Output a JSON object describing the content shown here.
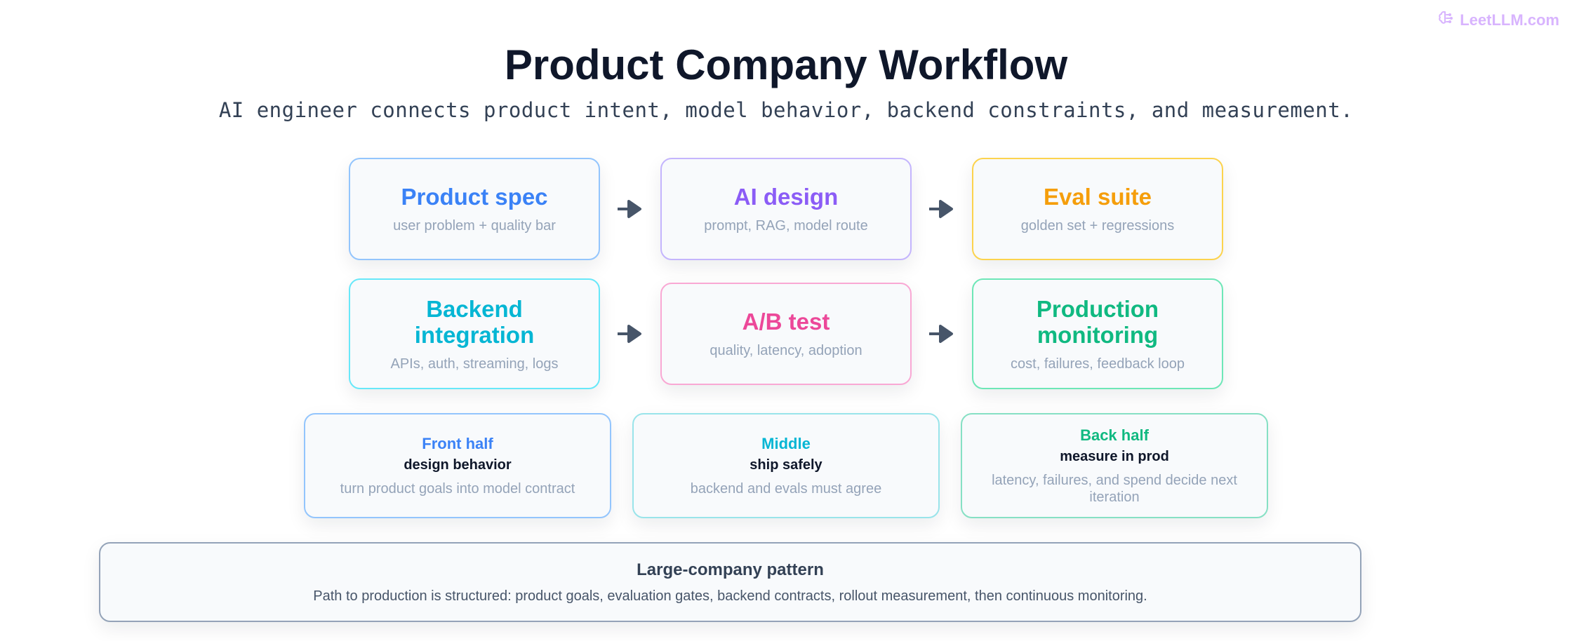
{
  "brand": {
    "label": "LeetLLM.com",
    "icon": "brain-icon",
    "color": "#d8b4fe"
  },
  "title": "Product Company Workflow",
  "subtitle": "AI engineer connects product intent, model behavior, backend constraints, and measurement.",
  "steps": [
    {
      "title": "Product spec",
      "subtitle": "user problem + quality bar",
      "color": "#3b82f6",
      "border": "#93c5fd"
    },
    {
      "title": "AI design",
      "subtitle": "prompt, RAG, model route",
      "color": "#8b5cf6",
      "border": "#c4b5fd"
    },
    {
      "title": "Eval suite",
      "subtitle": "golden set + regressions",
      "color": "#f59e0b",
      "border": "#fcd34d"
    },
    {
      "title": "Backend integration",
      "subtitle": "APIs, auth, streaming, logs",
      "color": "#06b6d4",
      "border": "#67e8f9"
    },
    {
      "title": "A/B test",
      "subtitle": "quality, latency, adoption",
      "color": "#ec4899",
      "border": "#f9a8d4"
    },
    {
      "title": "Production monitoring",
      "subtitle": "cost, failures, feedback loop",
      "color": "#10b981",
      "border": "#6ee7b7"
    }
  ],
  "phases": [
    {
      "title": "Front half",
      "bold": "design behavior",
      "desc": "turn product goals into model contract",
      "color": "#3b82f6",
      "border": "#93c5fd"
    },
    {
      "title": "Middle",
      "bold": "ship safely",
      "desc": "backend and evals must agree",
      "color": "#06b6d4",
      "border": "#99e4ea"
    },
    {
      "title": "Back half",
      "bold": "measure in prod",
      "desc": "latency, failures, and spend decide next iteration",
      "color": "#10b981",
      "border": "#86e0c4"
    }
  ],
  "pattern": {
    "title": "Large-company pattern",
    "desc": "Path to production is structured: product goals, evaluation gates, backend contracts, rollout measurement, then continuous monitoring.",
    "border": "#94a3b8"
  },
  "arrow_color": "#475569"
}
